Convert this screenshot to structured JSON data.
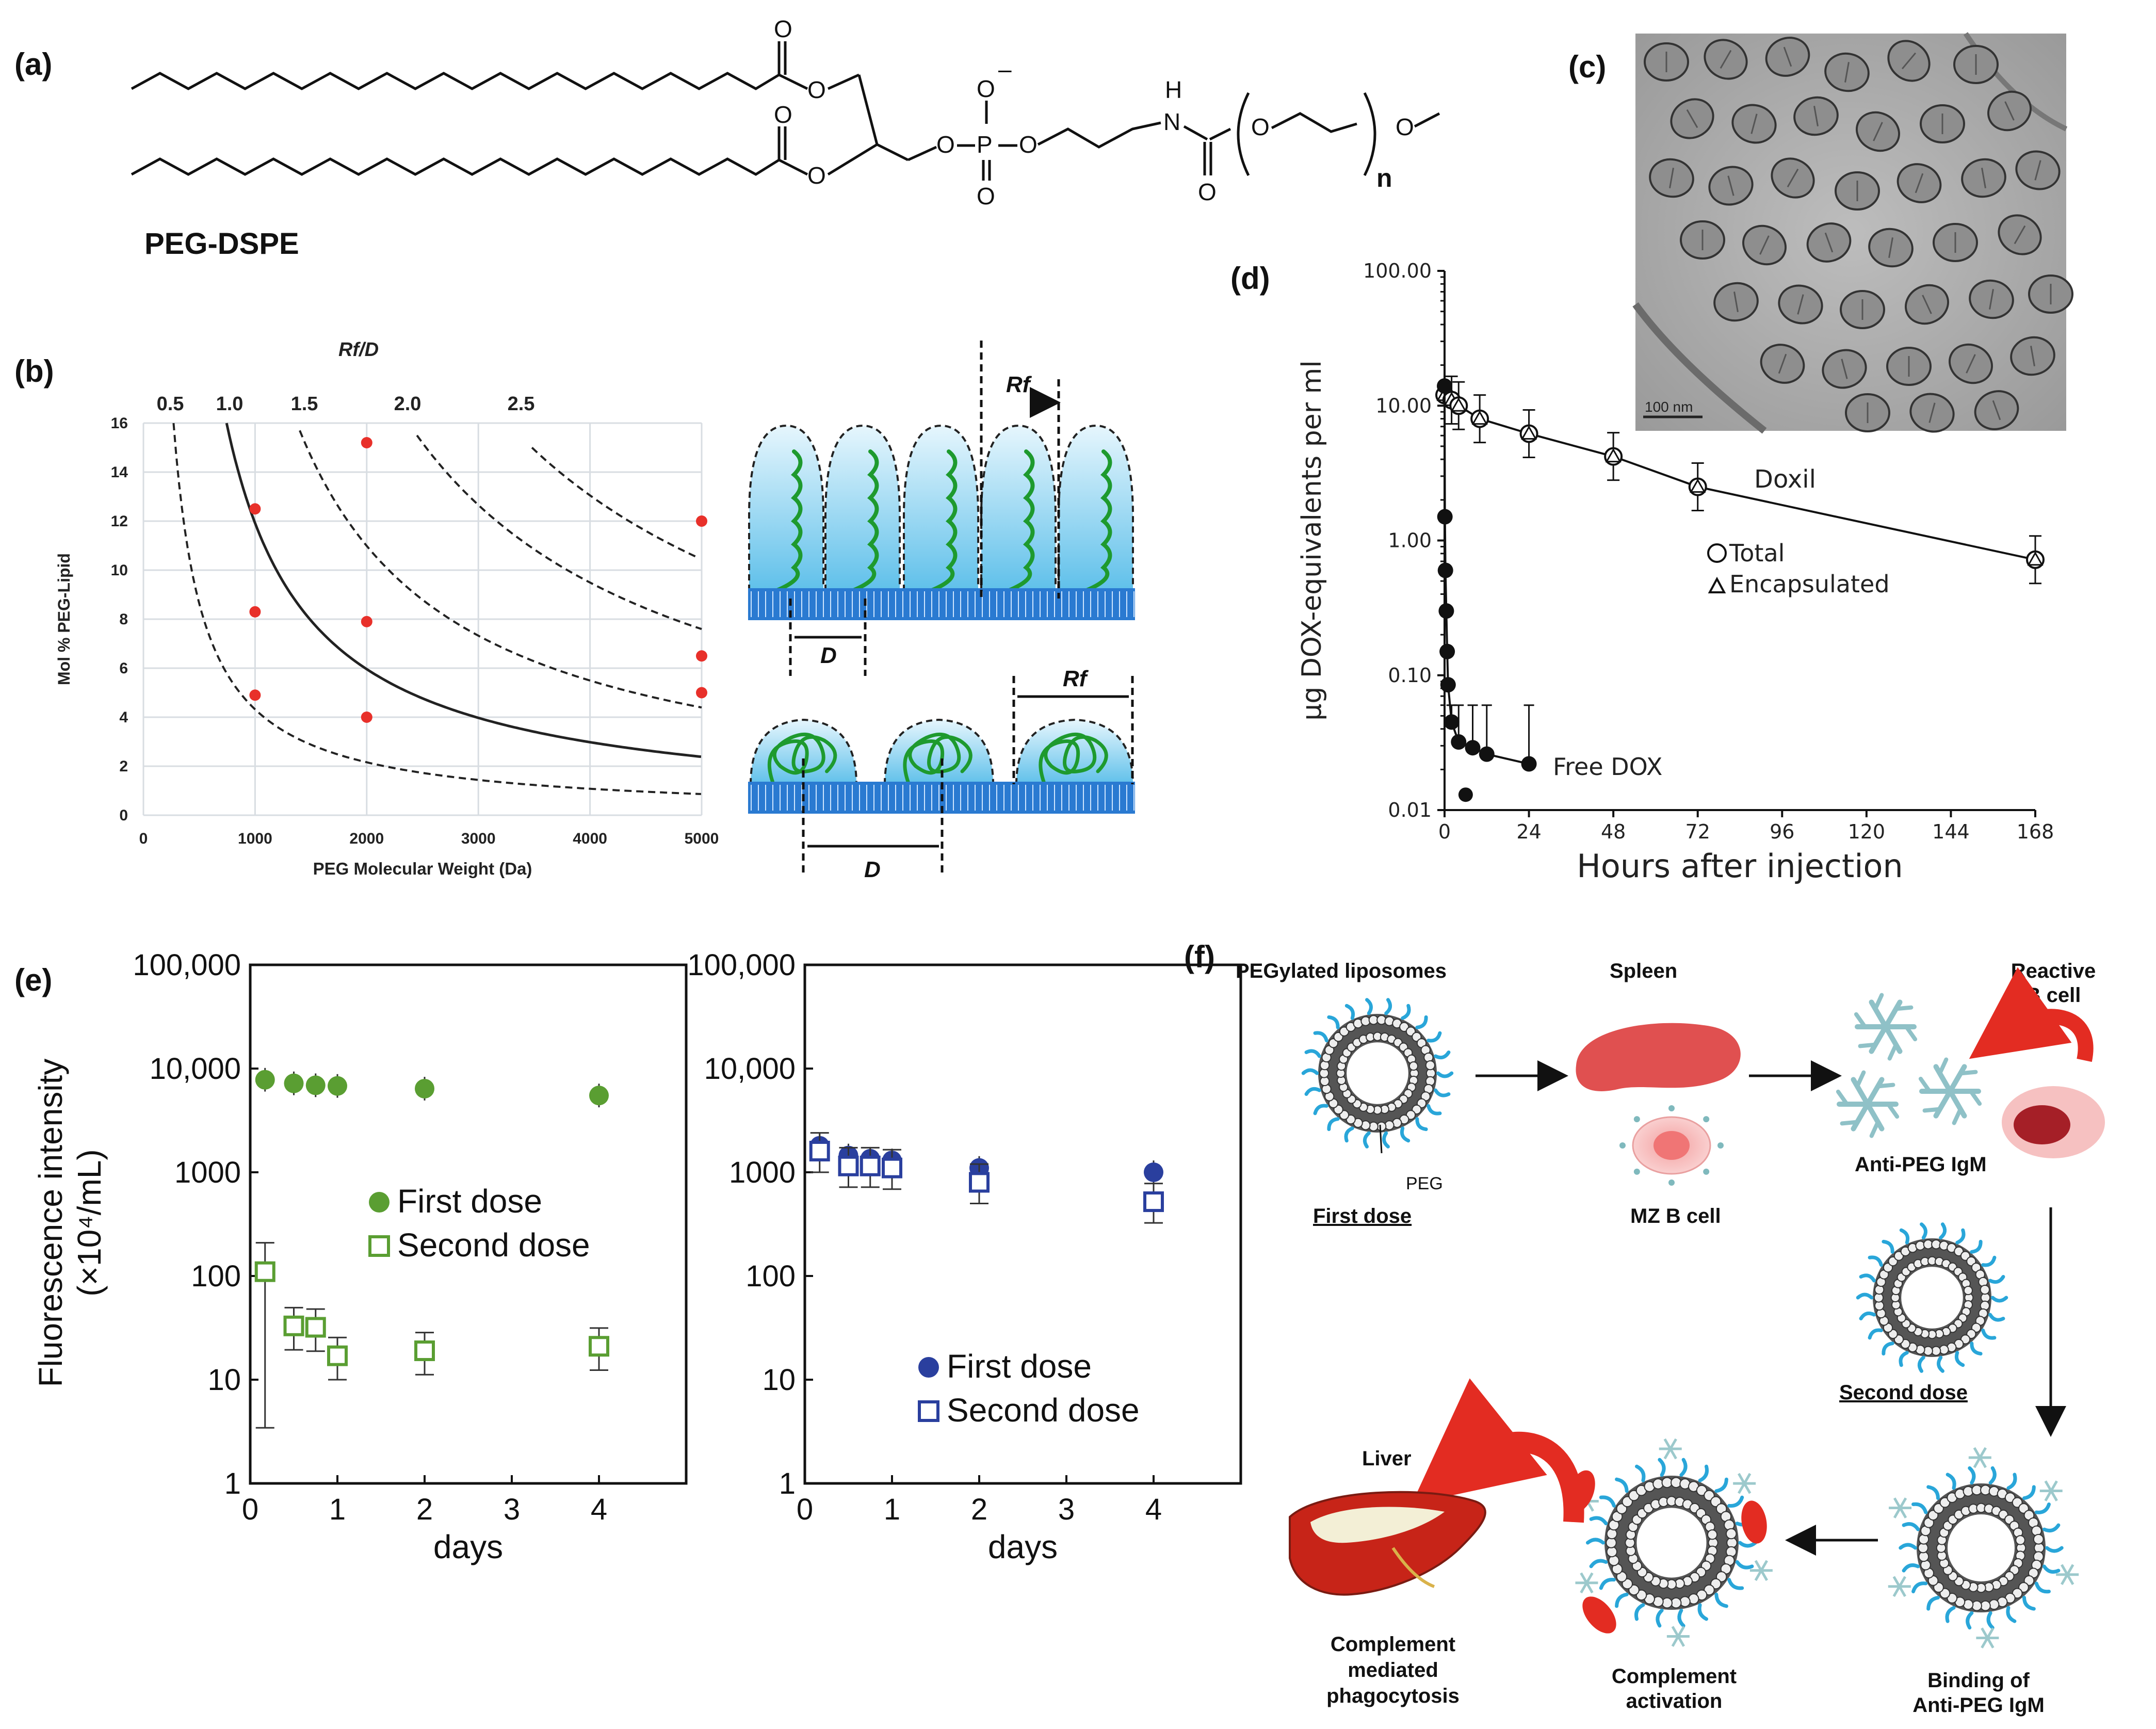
{
  "figure": {
    "colors": {
      "green": "#5a9e32",
      "blue": "#2a3f9e",
      "red_point": "#e8302a",
      "cyan": "#29a6d9",
      "pegred": "#e32c22"
    },
    "panel_a": {
      "label": "(a)",
      "name": "PEG-DSPE",
      "atoms": {
        "o1": "O",
        "o2": "O",
        "o3": "O",
        "o4": "O",
        "o5": "O",
        "o6": "O",
        "o7": "O",
        "o8": "O",
        "o9": "O",
        "o10": "O",
        "p": "P",
        "n": "N",
        "h": "H",
        "minus": "–",
        "sub_n": "n"
      }
    },
    "panel_b": {
      "label": "(b)",
      "rf_d_label": "Rf/D",
      "ratio_labels": [
        "0.5",
        "1.0",
        "1.5",
        "2.0",
        "2.5"
      ],
      "rf_label": "Rf",
      "d_label": "D"
    },
    "panel_c": {
      "label": "(c)",
      "scale_bar": "100 nm"
    },
    "panel_d": {
      "label": "(d)",
      "series_doxil": "Doxil",
      "legend_total": "Total",
      "legend_encapsulated": "Encapsulated",
      "series_free": "Free DOX"
    },
    "panel_e": {
      "label": "(e)"
    },
    "panel_f": {
      "label": "(f)",
      "pegylated": "PEGylated liposomes",
      "spleen": "Spleen",
      "reactive_line1": "Reactive",
      "reactive_line2": "B cell",
      "peg": "PEG",
      "first_dose": "First dose",
      "mz_b_cell": "MZ B cell",
      "anti_peg_igm": "Anti-PEG IgM",
      "second_dose": "Second dose",
      "liver": "Liver",
      "binding_line1": "Binding of",
      "binding_line2": "Anti-PEG IgM",
      "activation_line1": "Complement",
      "activation_line2": "activation",
      "phago_line1": "Complement",
      "phago_line2": "mediated",
      "phago_line3": "phagocytosis"
    }
  },
  "chart_data": [
    {
      "id": "b",
      "type": "scatter",
      "xlabel": "PEG Molecular Weight (Da)",
      "ylabel": "Mol % PEG-Lipid",
      "xlim": [
        0,
        5000
      ],
      "ylim": [
        0,
        16
      ],
      "xticks": [
        "0",
        "1000",
        "2000",
        "3000",
        "4000",
        "5000"
      ],
      "yticks": [
        "0",
        "2",
        "4",
        "6",
        "8",
        "10",
        "12",
        "14",
        "16"
      ],
      "grid": true,
      "points": [
        [
          1000,
          12.5
        ],
        [
          1000,
          8.3
        ],
        [
          1000,
          4.9
        ],
        [
          2000,
          15.2
        ],
        [
          2000,
          7.9
        ],
        [
          2000,
          4.0
        ],
        [
          5000,
          12.0
        ],
        [
          5000,
          6.5
        ],
        [
          5000,
          5.0
        ]
      ],
      "curves": [
        {
          "ratio": 0.5,
          "style": "dashed"
        },
        {
          "ratio": 1.0,
          "style": "solid"
        },
        {
          "ratio": 1.5,
          "style": "dashed"
        },
        {
          "ratio": 2.0,
          "style": "dashed"
        },
        {
          "ratio": 2.5,
          "style": "dashed"
        }
      ]
    },
    {
      "id": "d",
      "type": "line",
      "xlabel": "Hours after injection",
      "ylabel": "µg DOX-equivalents per ml",
      "xlim": [
        0,
        168
      ],
      "ylim": [
        0.01,
        100
      ],
      "yscale": "log",
      "xticks": [
        "0",
        "24",
        "48",
        "72",
        "96",
        "120",
        "144",
        "168"
      ],
      "yticks": [
        "0.01",
        "0.10",
        "1.00",
        "10.00",
        "100.00"
      ],
      "series": [
        {
          "name": "Doxil",
          "x": [
            0,
            2,
            4,
            10,
            24,
            48,
            72,
            168
          ],
          "y": [
            12.0,
            11.0,
            10.0,
            8.0,
            6.2,
            4.2,
            2.5,
            0.72
          ]
        },
        {
          "name": "Free DOX",
          "x": [
            0,
            0.1,
            0.25,
            0.5,
            0.75,
            1,
            2,
            4,
            8,
            12,
            24
          ],
          "y": [
            14.0,
            1.5,
            0.6,
            0.3,
            0.15,
            0.085,
            0.045,
            0.032,
            0.029,
            0.026,
            0.022
          ]
        }
      ]
    },
    {
      "id": "e-left",
      "type": "scatter",
      "xlabel": "days",
      "ylabel": "Fluorescence intensity (×10⁴/mL)",
      "xlim": [
        0,
        5
      ],
      "ylim": [
        1,
        100000
      ],
      "yscale": "log",
      "xticks": [
        "0",
        "1",
        "2",
        "3",
        "4"
      ],
      "yticks": [
        "1",
        "10",
        "100",
        "1000",
        "10,000",
        "100,000"
      ],
      "series": [
        {
          "name": "First dose",
          "x": [
            0.17,
            0.5,
            0.75,
            1,
            2,
            4
          ],
          "y": [
            7800,
            7200,
            6900,
            6800,
            6400,
            5500
          ]
        },
        {
          "name": "Second dose",
          "x": [
            0.17,
            0.5,
            0.75,
            1,
            2,
            4
          ],
          "y": [
            110,
            33,
            32,
            17,
            19,
            21
          ]
        }
      ]
    },
    {
      "id": "e-right",
      "type": "scatter",
      "xlabel": "days",
      "xlim": [
        0,
        5
      ],
      "ylim": [
        1,
        100000
      ],
      "yscale": "log",
      "xticks": [
        "0",
        "1",
        "2",
        "3",
        "4"
      ],
      "yticks": [
        "1",
        "10",
        "100",
        "1000",
        "10,000",
        "100,000"
      ],
      "series": [
        {
          "name": "First dose",
          "x": [
            0.17,
            0.5,
            0.75,
            1,
            2,
            4
          ],
          "y": [
            1800,
            1450,
            1350,
            1300,
            1100,
            1000
          ]
        },
        {
          "name": "Second dose",
          "x": [
            0.17,
            0.5,
            0.75,
            1,
            2,
            4
          ],
          "y": [
            1600,
            1150,
            1150,
            1100,
            800,
            520
          ]
        }
      ]
    }
  ]
}
